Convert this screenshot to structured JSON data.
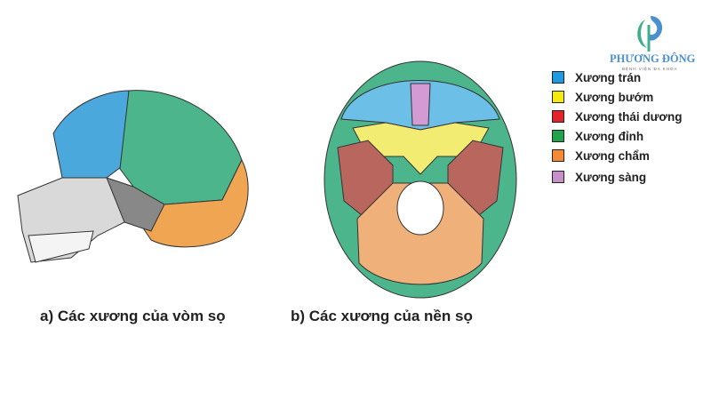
{
  "logo": {
    "name": "PHƯƠNG ĐÔNG",
    "subtitle": "BỆNH VIỆN ĐA KHOA"
  },
  "legend": [
    {
      "label": "Xương trán",
      "color": "#1e9be0"
    },
    {
      "label": "Xương bướm",
      "color": "#f5ea10"
    },
    {
      "label": "Xương thái dương",
      "color": "#e52229"
    },
    {
      "label": "Xương đỉnh",
      "color": "#22a24a"
    },
    {
      "label": "Xương chẩm",
      "color": "#f58a32"
    },
    {
      "label": "Xương sàng",
      "color": "#c68fc9"
    }
  ],
  "captions": {
    "a": "a) Các xương của vòm sọ",
    "b": "b) Các xương của nền sọ"
  }
}
